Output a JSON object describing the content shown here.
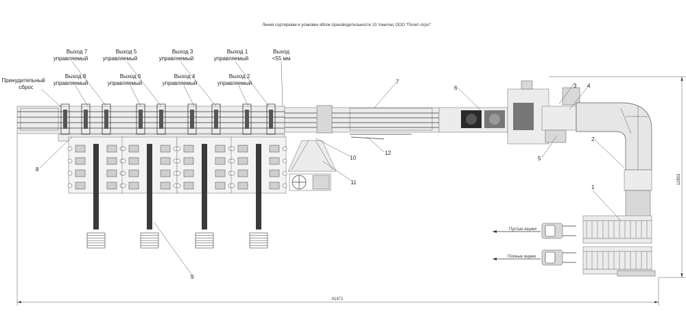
{
  "title": "Линия сортировки и упаковки яблок производительности 10 тонн/час ООО \"Полет-Агро\"",
  "outputs": {
    "out7": [
      "Выход 7",
      "управляемый"
    ],
    "out5": [
      "Выход 5",
      "управляемый"
    ],
    "out3": [
      "Выход 3",
      "управляемый"
    ],
    "out1": [
      "Выход 1",
      "управляемый"
    ],
    "out_small": [
      "Выход",
      "<55 мм"
    ],
    "out8": [
      "Выход 8",
      "управляемый"
    ],
    "out6": [
      "Выход 6",
      "управляемый"
    ],
    "out4": [
      "Выход 4",
      "управляемый"
    ],
    "out2": [
      "Выход 2",
      "управляемый"
    ],
    "forced": [
      "Принудительный",
      "сброс"
    ]
  },
  "callouts": [
    "1",
    "2",
    "3",
    "4",
    "5",
    "6",
    "7",
    "8",
    "9",
    "10",
    "11",
    "12"
  ],
  "side_labels": {
    "empty_boxes": "Пустые ящики",
    "full_boxes": "Полные ящики"
  },
  "dimensions": {
    "total_length": "41471",
    "total_width": "12803"
  }
}
